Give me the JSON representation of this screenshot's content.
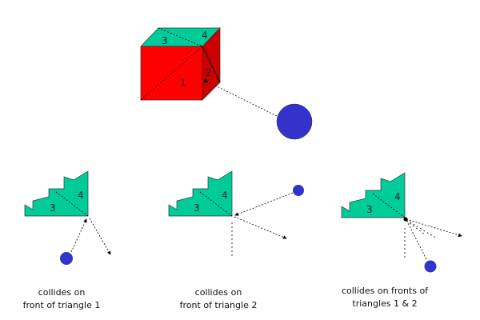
{
  "colors": {
    "front": "#ff0000",
    "side": "#cc0000",
    "top": "#00cc99",
    "ball": "#3333cc",
    "line": "#000000"
  },
  "cube": {
    "faces": [
      "1",
      "2",
      "3",
      "4"
    ]
  },
  "panels": [
    {
      "labels": [
        "3",
        "4"
      ],
      "caption1": "collides on",
      "caption2": "front of triangle 1"
    },
    {
      "labels": [
        "3",
        "4"
      ],
      "caption1": "collides on",
      "caption2": "front of triangle 2"
    },
    {
      "labels": [
        "3",
        "4"
      ],
      "caption1": "collides on fronts of",
      "caption2": "triangles 1 & 2"
    }
  ]
}
